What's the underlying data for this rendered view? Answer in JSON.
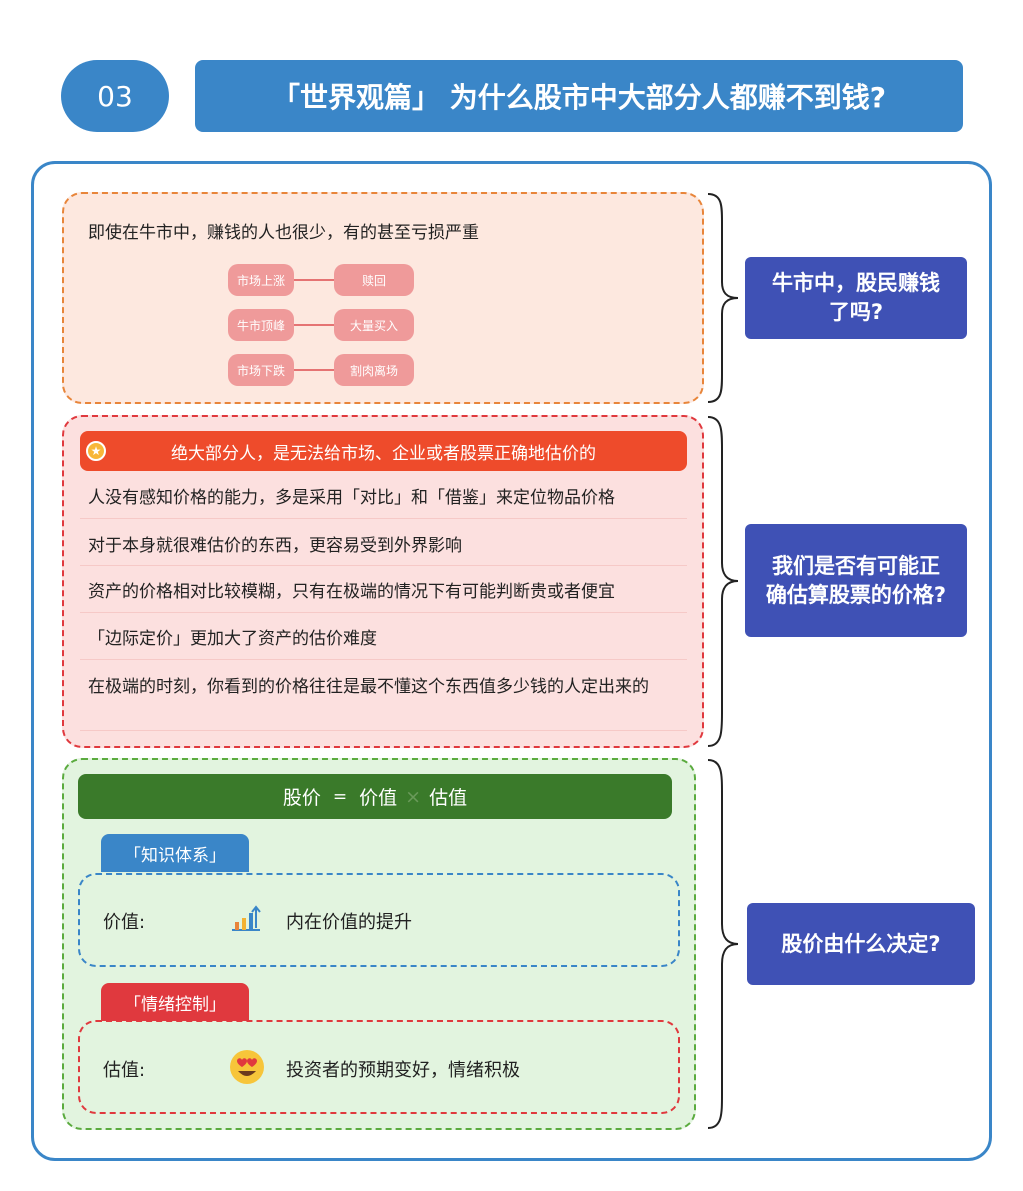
{
  "header": {
    "number": "03",
    "title": "「世界观篇」 为什么股市中大部分人都赚不到钱?"
  },
  "section1": {
    "text": "即使在牛市中，赚钱的人也很少，有的甚至亏损严重",
    "pairs": [
      {
        "left": "市场上涨",
        "right": "赎回"
      },
      {
        "left": "牛市顶峰",
        "right": "大量买入"
      },
      {
        "left": "市场下跌",
        "right": "割肉离场"
      }
    ],
    "question": "牛市中，股民赚钱了吗?"
  },
  "section2": {
    "heading": "绝大部分人，是无法给市场、企业或者股票正确地估价的",
    "items": [
      "人没有感知价格的能力，多是采用「对比」和「借鉴」来定位物品价格",
      "对于本身就很难估价的东西，更容易受到外界影响",
      "资产的价格相对比较模糊，只有在极端的情况下有可能判断贵或者便宜",
      "「边际定价」更加大了资产的估价难度",
      "在极端的时刻，你看到的价格往往是最不懂这个东西值多少钱的人定出来的"
    ],
    "question": "我们是否有可能正确估算股票的价格?"
  },
  "section3": {
    "formula": {
      "term1": "股价",
      "eq": "=",
      "term2": "价值",
      "times": "×",
      "term3": "估值"
    },
    "tab_knowledge": "「知识体系」",
    "tab_emotion": "「情绪控制」",
    "value_label": "价值:",
    "value_desc": "内在价值的提升",
    "valuation_label": "估值:",
    "valuation_desc": "投资者的预期变好，情绪积极",
    "question": "股价由什么决定?"
  },
  "colors": {
    "blue": "#3a86c8",
    "indigo": "#3f51b5",
    "orange_border": "#e8853a",
    "red": "#e0393e",
    "orange_red": "#ee4b2b",
    "green_dark": "#3a7a2a",
    "green_border": "#5bab3f"
  }
}
